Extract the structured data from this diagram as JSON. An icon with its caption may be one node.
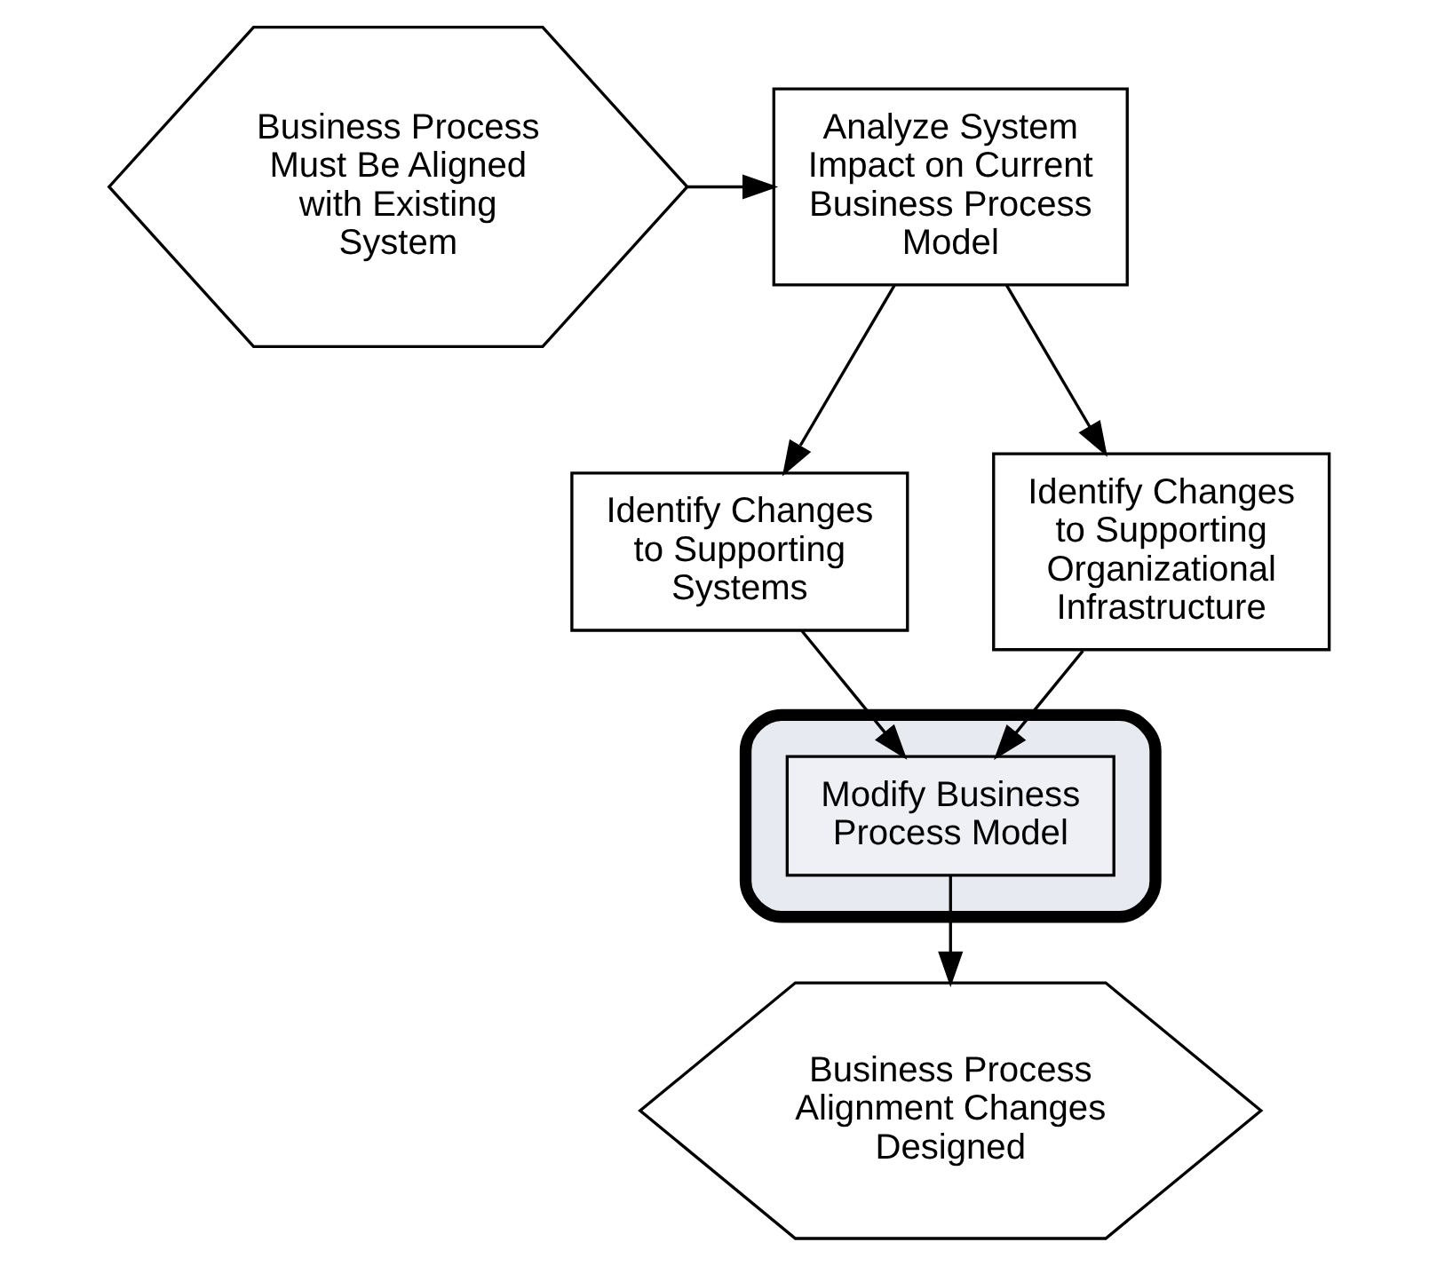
{
  "diagram": {
    "nodes": [
      {
        "text": [
          "Business Process Must Be Aligned with Existing System"
        ]
      },
      {
        "text": [
          "Analyze System Impact on Current Business Process Model"
        ]
      },
      {
        "text": [
          "Identify Changes to Supporting Systems"
        ]
      },
      {
        "text": [
          "Identify Changes to Supporting Organizational Infrastructure"
        ]
      },
      {
        "text": [],
        "shape": "box"
      },
      {
        "text": [
          "Modify Business Process Model"
        ],
        "in": 4
      },
      {
        "text": [
          "Business Process Alignment Changes Designed"
        ]
      }
    ],
    "edges": [
      {
        "from": 0,
        "to": 1,
        "arrow": "to"
      },
      {
        "from": 1,
        "to": 2,
        "arrow": "to"
      },
      {
        "from": 1,
        "to": 3,
        "arrow": "to"
      },
      {
        "from": 2,
        "to": 5,
        "arrow": "to"
      },
      {
        "from": 3,
        "to": 5,
        "arrow": "to"
      },
      {
        "from": 5,
        "to": 6,
        "arrow": "to"
      }
    ]
  }
}
